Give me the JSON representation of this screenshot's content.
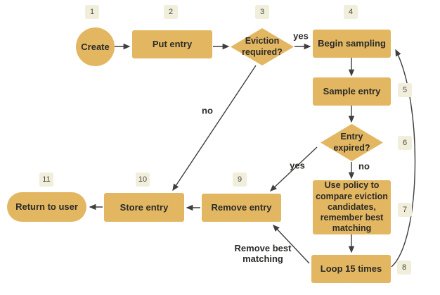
{
  "colors": {
    "background": "#ffffff",
    "nodeFill": "#e3b762",
    "badgeFill": "#f1eedb",
    "badgeText": "#4a4a44",
    "text": "#2b2b28",
    "line": "#3f3f3f"
  },
  "nodes": [
    {
      "badge": "1",
      "label": "Create",
      "shape": "circle"
    },
    {
      "badge": "2",
      "label": "Put entry",
      "shape": "rect"
    },
    {
      "badge": "3",
      "label": "Eviction required?",
      "shape": "diamond"
    },
    {
      "badge": "4",
      "label": "Begin sampling",
      "shape": "rect"
    },
    {
      "badge": "5",
      "label": "Sample entry",
      "shape": "rect"
    },
    {
      "badge": "6",
      "label": "Entry expired?",
      "shape": "diamond"
    },
    {
      "badge": "7",
      "label": "Use policy to compare eviction candidates, remember best matching",
      "shape": "rect"
    },
    {
      "badge": "8",
      "label": "Loop 15 times",
      "shape": "rect"
    },
    {
      "badge": "9",
      "label": "Remove entry",
      "shape": "rect"
    },
    {
      "badge": "10",
      "label": "Store entry",
      "shape": "rect"
    },
    {
      "badge": "11",
      "label": "Return to user",
      "shape": "pill"
    }
  ],
  "edge_labels": {
    "eviction_yes": "yes",
    "eviction_no": "no",
    "expired_yes": "yes",
    "expired_no": "no",
    "loop_remove": "Remove best matching"
  }
}
